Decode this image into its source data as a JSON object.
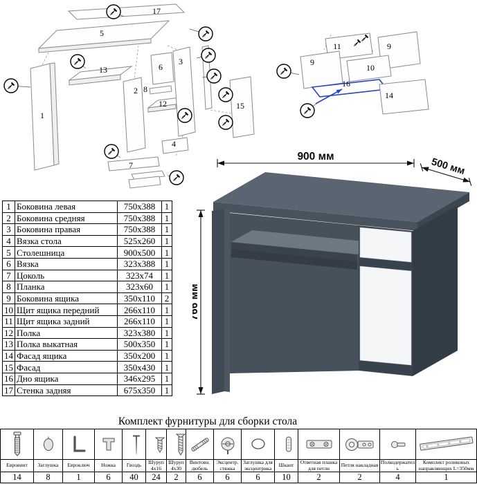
{
  "colors": {
    "desk_gray": "#5b6571",
    "desk_white": "#f5f6f7",
    "highlight_blue": "#2247cc"
  },
  "desk": {
    "width_label": "900 мм",
    "depth_label": "500 мм",
    "height_label": "766 мм"
  },
  "diagrams": {
    "main": {
      "labels": [
        "17",
        "5",
        "1",
        "13",
        "2",
        "12",
        "3",
        "6",
        "8",
        "4",
        "7",
        "15"
      ]
    },
    "drawer": {
      "labels": [
        "11",
        "9",
        "9",
        "10",
        "16",
        "14"
      ]
    }
  },
  "parts_table": {
    "rows": [
      {
        "num": "1",
        "name": "Боковина левая",
        "size": "750x388",
        "qty": "1"
      },
      {
        "num": "2",
        "name": "Боковина средняя",
        "size": "750x388",
        "qty": "1"
      },
      {
        "num": "3",
        "name": "Боковина правая",
        "size": "750x388",
        "qty": "1"
      },
      {
        "num": "4",
        "name": "Вязка стола",
        "size": "525x260",
        "qty": "1"
      },
      {
        "num": "5",
        "name": "Столешница",
        "size": "900x500",
        "qty": "1"
      },
      {
        "num": "6",
        "name": "Вязка",
        "size": "323x388",
        "qty": "1"
      },
      {
        "num": "7",
        "name": "Цоколь",
        "size": "323x74",
        "qty": "1"
      },
      {
        "num": "8",
        "name": "Планка",
        "size": "323x60",
        "qty": "1"
      },
      {
        "num": "9",
        "name": "Боковина ящика",
        "size": "350x110",
        "qty": "2"
      },
      {
        "num": "10",
        "name": "Щит ящика передний",
        "size": "266x110",
        "qty": "1"
      },
      {
        "num": "11",
        "name": "Щит ящика задний",
        "size": "266x110",
        "qty": "1"
      },
      {
        "num": "12",
        "name": "Полка",
        "size": "323x380",
        "qty": "1"
      },
      {
        "num": "13",
        "name": "Полка выкатная",
        "size": "500x350",
        "qty": "1"
      },
      {
        "num": "14",
        "name": "Фасад ящика",
        "size": "350x200",
        "qty": "1"
      },
      {
        "num": "15",
        "name": "Фасад",
        "size": "350x430",
        "qty": "1"
      },
      {
        "num": "16",
        "name": "Дно ящика",
        "size": "346x295",
        "qty": "1"
      },
      {
        "num": "17",
        "name": "Стенка задняя",
        "size": "675x350",
        "qty": "1"
      }
    ]
  },
  "hardware": {
    "title": "Комплект фурнитуры для сборки стола",
    "items": [
      {
        "name": "Евровинт",
        "qty": "14",
        "icon": "euro-screw"
      },
      {
        "name": "Заглушка",
        "qty": "8",
        "icon": "plug-cap"
      },
      {
        "name": "Евроключ",
        "qty": "1",
        "icon": "hex-key"
      },
      {
        "name": "Ножка",
        "qty": "6",
        "icon": "foot"
      },
      {
        "name": "Гвоздь",
        "qty": "40",
        "icon": "nail"
      },
      {
        "name": "Шуруп 4x16",
        "qty": "24",
        "icon": "screw-4x16"
      },
      {
        "name": "Шуруп 4x30",
        "qty": "2",
        "icon": "screw-4x30"
      },
      {
        "name": "Винтовн. дюбель",
        "qty": "6",
        "icon": "dowel-screw"
      },
      {
        "name": "Эксцентр. стяжка",
        "qty": "6",
        "icon": "cam-lock"
      },
      {
        "name": "Заглушка для эксцентрика",
        "qty": "6",
        "icon": "cam-cap"
      },
      {
        "name": "Шкант",
        "qty": "10",
        "icon": "wood-dowel"
      },
      {
        "name": "Ответная планка для петли",
        "qty": "2",
        "icon": "hinge-plate"
      },
      {
        "name": "Петля накладная",
        "qty": "2",
        "icon": "hinge"
      },
      {
        "name": "Полкодержатель",
        "qty": "4",
        "icon": "shelf-support"
      },
      {
        "name": "Комплект роликовых направляющих L=350мм",
        "qty": "1",
        "icon": "drawer-slides"
      }
    ]
  }
}
